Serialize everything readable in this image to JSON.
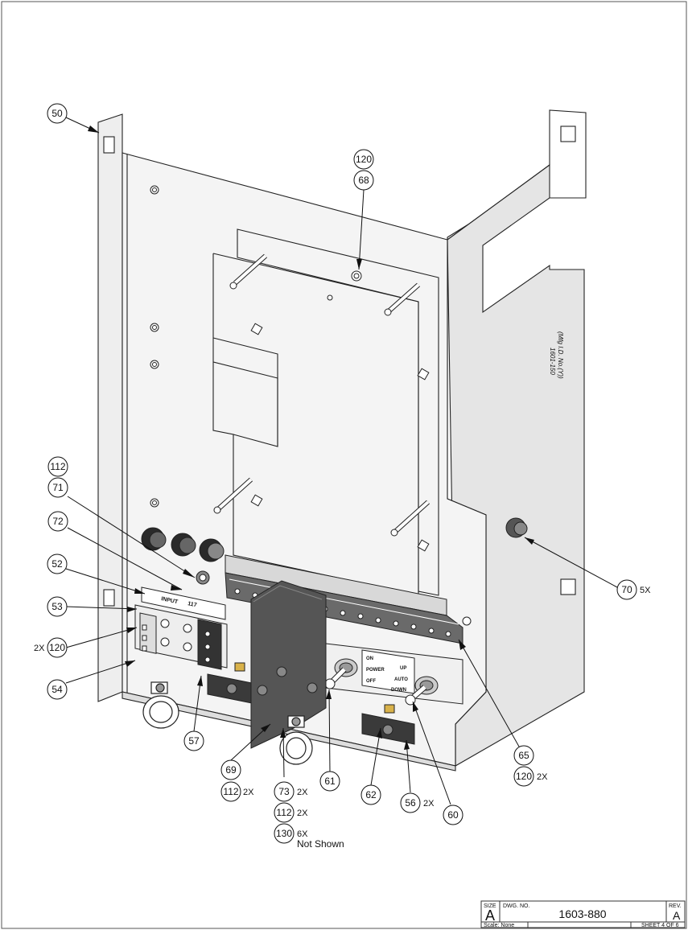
{
  "callouts": {
    "c50": "50",
    "c120a": "120",
    "c68": "68",
    "c112a": "112",
    "c71": "71",
    "c72": "72",
    "c52": "52",
    "c53": "53",
    "c120b": "120",
    "c54": "54",
    "c57": "57",
    "c69": "69",
    "c112b": "112",
    "c73": "73",
    "c112c": "112",
    "c130": "130",
    "c61": "61",
    "c62": "62",
    "c56": "56",
    "c60": "60",
    "c65": "65",
    "c120c": "120",
    "c70": "70"
  },
  "quantities": {
    "q120b": "2X",
    "q112b": "2X",
    "q73": "2X",
    "q112c": "2X",
    "q130": "6X",
    "q56": "2X",
    "q120c": "2X",
    "q70": "5X"
  },
  "notes": {
    "not_shown": "Not Shown"
  },
  "part_marks": {
    "bracket_line1": "1601-150",
    "bracket_line2": "(Mfg I.D. No.(Y))",
    "input_label": "INPUT",
    "input_number": "117",
    "switch_on": "ON",
    "switch_power": "POWER",
    "switch_off": "OFF",
    "switch_up": "UP",
    "switch_auto": "AUTO",
    "switch_down": "DOWN"
  },
  "title_block": {
    "size_label": "SIZE",
    "size_value": "A",
    "dwg_label": "DWG. NO.",
    "dwg_value": "1603-880",
    "rev_label": "REV.",
    "rev_value": "A",
    "scale": "Scale: None",
    "sheet": "SHEET 4 OF 6"
  }
}
